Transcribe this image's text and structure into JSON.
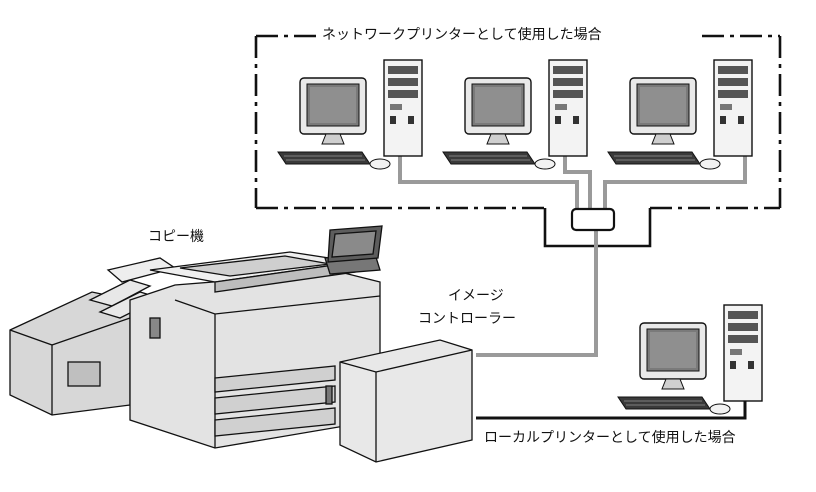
{
  "labels": {
    "network_title": "ネットワークプリンターとして使用した場合",
    "copier": "コピー機",
    "controller_line1": "イメージ",
    "controller_line2": "コントローラー",
    "local_title": "ローカルプリンターとして使用した場合"
  },
  "colors": {
    "line": "#111111",
    "cable": "#9a9a9a",
    "device_body": "#e6e6e6",
    "device_shadow": "#9c9c9c",
    "screen": "#7a7a7a"
  },
  "icons": {
    "workstation": "desktop-computer-icon",
    "hub": "network-hub-icon",
    "copier": "multifunction-copier-icon"
  }
}
